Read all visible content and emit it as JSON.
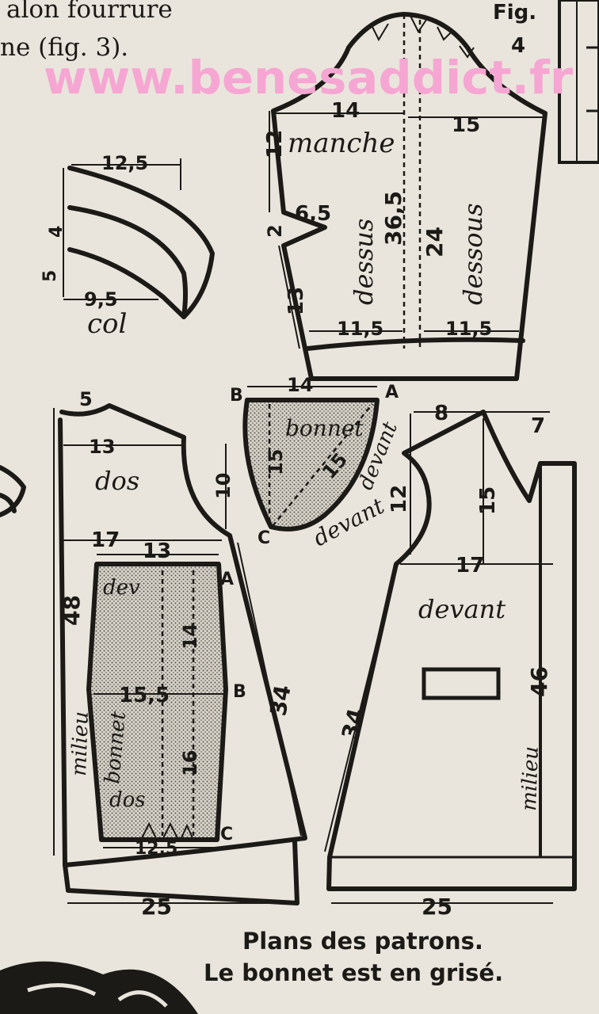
{
  "header": {
    "line1": "alon fourrure",
    "line2": "ne (fig. 3).",
    "fig_label": "Fig.",
    "fig_number": "4"
  },
  "watermark": {
    "text": "www.benesaddict.fr",
    "color": "#f6a6d2"
  },
  "pieces": {
    "manche": {
      "name": "manche",
      "upper": "dessus",
      "under": "dessous",
      "dims": {
        "top_left": "14",
        "top_right": "15",
        "cap": "12",
        "notch": "6,5",
        "two": "2",
        "lower": "13",
        "length_center": "36,5",
        "length_under": "24",
        "cuff_left": "11,5",
        "cuff_right": "11,5"
      }
    },
    "col": {
      "name": "col",
      "dims": {
        "top": "12,5",
        "side_top": "4",
        "side_bottom": "5",
        "bottom": "9,5"
      }
    },
    "bonnet_devant": {
      "name_top": "bonnet",
      "name_bottom": "devant",
      "name_side": "devant",
      "dims": {
        "top": "14",
        "height": "15",
        "diagonal": "15"
      },
      "points": {
        "b": "B",
        "a": "A",
        "c": "C"
      }
    },
    "dos": {
      "name": "dos",
      "milieu": "milieu",
      "dims": {
        "neck": "5",
        "shoulder": "13",
        "armhole": "10",
        "width": "17",
        "length": "48",
        "side": "34",
        "hem": "25"
      }
    },
    "bonnet_dos": {
      "name_top": "dev",
      "name_mid": "bonnet",
      "name_bottom": "dos",
      "dims": {
        "top": "13",
        "upper_height": "14",
        "middle": "15,5",
        "lower_height": "16",
        "bottom": "12,5"
      },
      "points": {
        "a": "A",
        "b": "B",
        "c": "C"
      }
    },
    "devant": {
      "name": "devant",
      "milieu": "milieu",
      "dims": {
        "neck": "8",
        "shoulder": "7",
        "armhole": "12",
        "depth": "15",
        "width": "17",
        "length": "46",
        "side": "34",
        "hem": "25"
      }
    }
  },
  "caption": {
    "line1": "Plans des patrons.",
    "line2": "Le bonnet est en grisé."
  }
}
